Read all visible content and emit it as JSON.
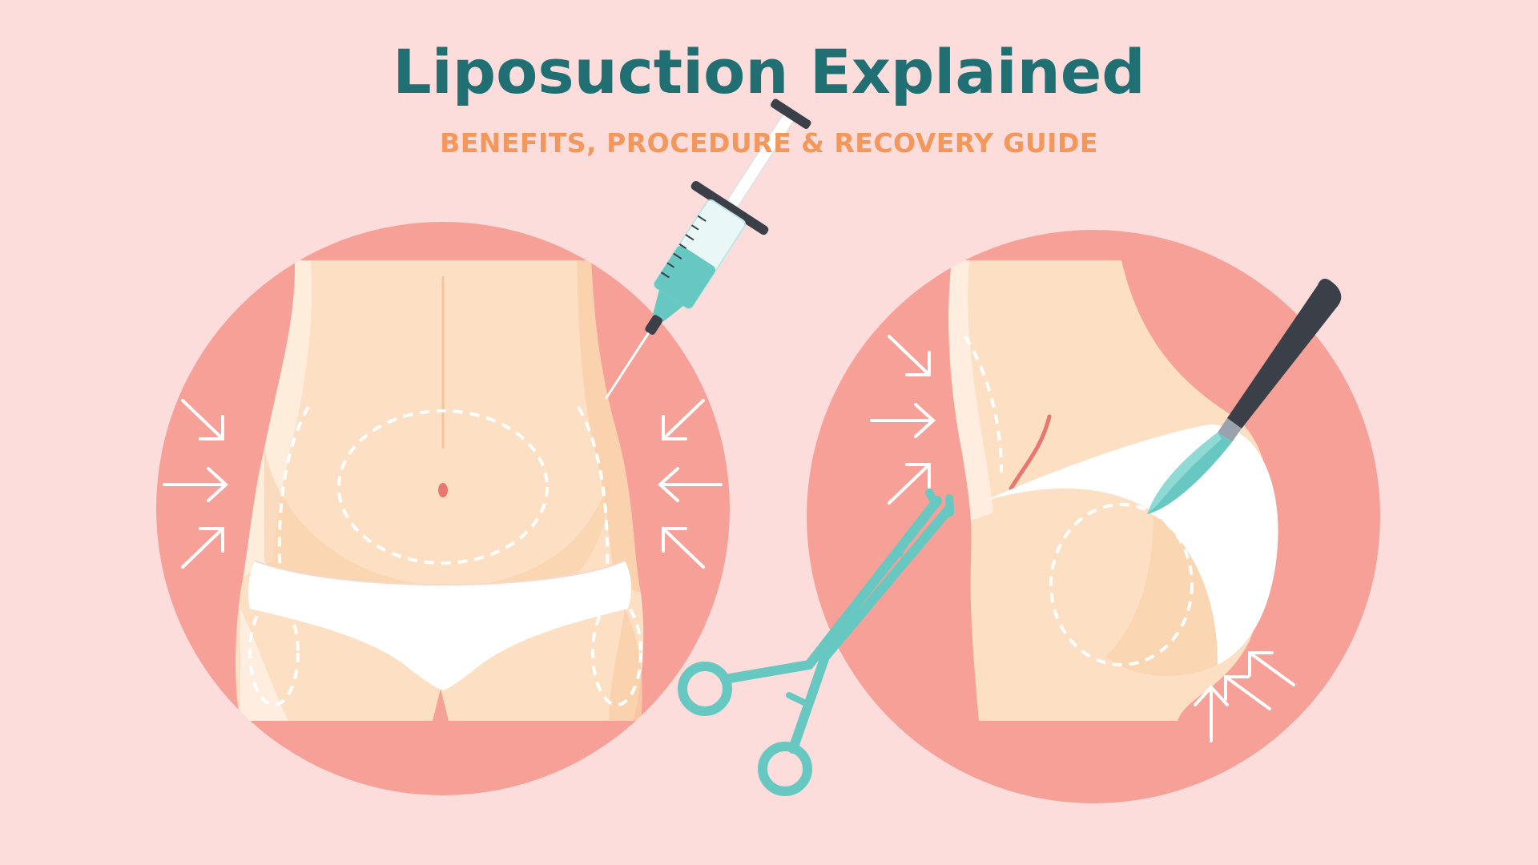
{
  "header": {
    "title": "Liposuction Explained",
    "subtitle": "BENEFITS, PROCEDURE & RECOVERY GUIDE"
  },
  "colors": {
    "background": "#fddcdc",
    "circle": "#f6a097",
    "skin": "#fde0c4",
    "skin_shadow": "#f9cfa9",
    "underwear": "#ffffff",
    "title": "#1f6f73",
    "subtitle": "#f4975b",
    "instrument_teal": "#67c7c1",
    "instrument_dark": "#3a3f48"
  },
  "icons": {
    "left": "front-torso-illustration",
    "right": "side-hip-illustration",
    "syringe": "syringe-icon",
    "forceps": "surgical-scissors-icon",
    "scalpel": "scalpel-icon"
  }
}
